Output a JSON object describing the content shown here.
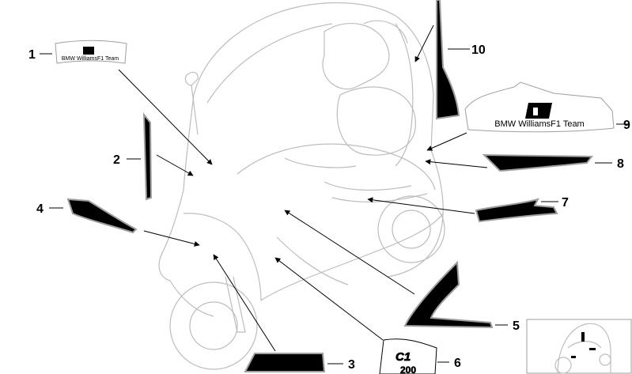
{
  "callouts": [
    {
      "num": "1"
    },
    {
      "num": "2"
    },
    {
      "num": "3"
    },
    {
      "num": "4"
    },
    {
      "num": "5"
    },
    {
      "num": "6"
    },
    {
      "num": "7"
    },
    {
      "num": "8"
    },
    {
      "num": "9"
    },
    {
      "num": "10"
    }
  ],
  "decals": {
    "small_team_text": "BMW WilliamsF1 Team",
    "large_team_text": "BMW WilliamsF1 Team",
    "logo_glyph": "1",
    "c1_text": "C1",
    "c1_sub": "200"
  },
  "colors": {
    "ink": "#000000",
    "outline": "#bdbdbd"
  }
}
